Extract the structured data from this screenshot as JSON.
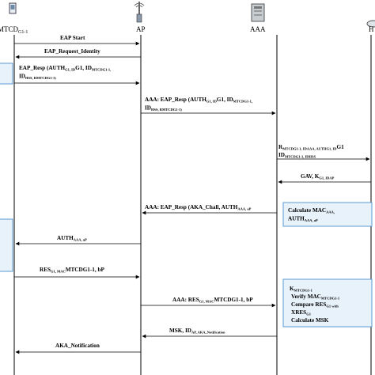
{
  "participants": {
    "mtcd": "MTCD",
    "mtcd_sub": "G1-1",
    "ap": "AP",
    "aaa": "AAA",
    "hss": "H"
  },
  "messages": [
    {
      "id": "m1",
      "lines": [
        "EAP Start"
      ]
    },
    {
      "id": "m2",
      "lines": [
        "EAP_Request_Identity"
      ]
    },
    {
      "id": "m3",
      "lines": [
        "EAP_Resp (AUTH",
        "G1, ID",
        "G1, ID",
        "MTCDG1-1,",
        "ID",
        "HSS, R",
        "MTCDG1-1)"
      ]
    },
    {
      "id": "m4",
      "lines": [
        "AAA: EAP_Resp (AUTH",
        "G1, ID",
        "G1, ID",
        "MTCDG1-1,",
        "ID",
        "HSS, R",
        "MTCDG1-1)"
      ]
    },
    {
      "id": "m5",
      "lines": [
        "R",
        "MTCDG1-1, ID",
        "AAA, AUTH",
        "G1, ID",
        "G1",
        "ID",
        "MTCDG1-1, ID",
        "HSS"
      ]
    },
    {
      "id": "m6",
      "lines": [
        "GAV, K",
        "G1, ID",
        "AP"
      ]
    },
    {
      "id": "m7",
      "lines": [
        "AAA: EAP_Resp (AKA_Chall, AUTH",
        "AAA, aP"
      ]
    },
    {
      "id": "m8",
      "lines": [
        "AUTH",
        "AAA, aP"
      ]
    },
    {
      "id": "m9",
      "lines": [
        "RES",
        "G1, MAC",
        "MTCDG1-1, bP"
      ]
    },
    {
      "id": "m10",
      "lines": [
        "AAA: RES",
        "G1, MAC",
        "MTCDG1-1, bP"
      ]
    },
    {
      "id": "m11",
      "lines": [
        "MSK, ID",
        "AP, AKA_Notification"
      ]
    },
    {
      "id": "m12",
      "lines": [
        "AKA_Notification"
      ]
    }
  ],
  "boxes": {
    "box1": [
      "Calculate MAC",
      "AAA,",
      "AUTH",
      "AAA, aP"
    ],
    "box2": [
      "K",
      "MTCDG1-1",
      "Verify MAC",
      "MTCDG1-1",
      "Compare RES",
      "G1 with",
      "XRES",
      "G1",
      "Calculate MSK"
    ]
  },
  "colors": {
    "box_fill": "#e8f2fb",
    "box_stroke": "#5a9bd3",
    "line": "#000000"
  }
}
